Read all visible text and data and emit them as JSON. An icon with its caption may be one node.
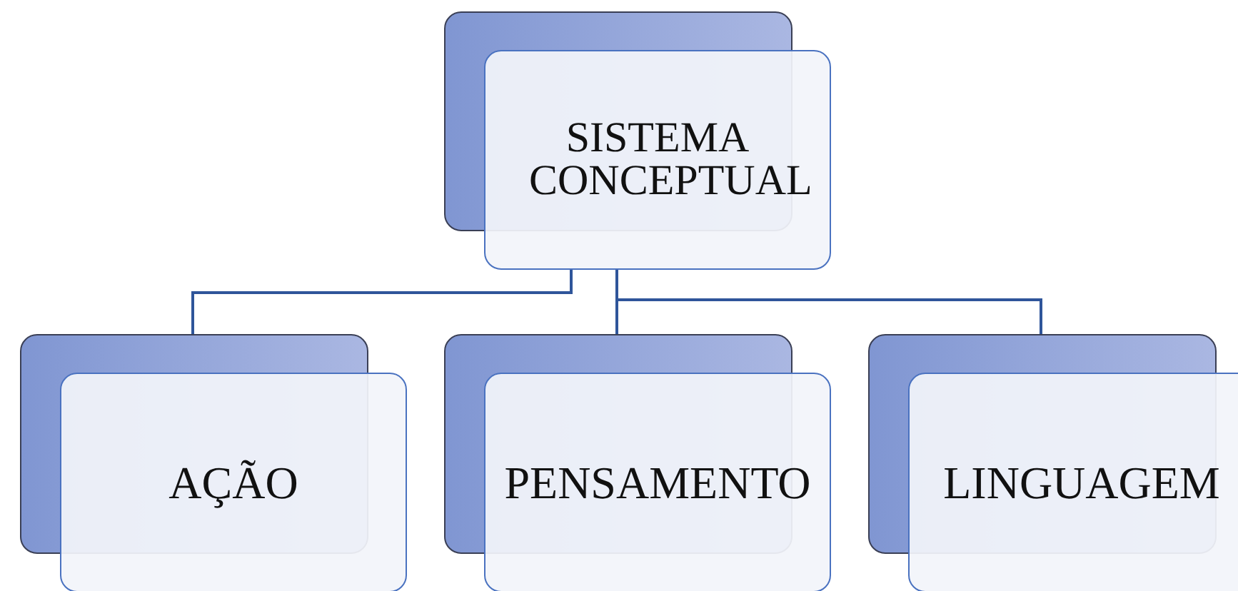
{
  "diagram": {
    "nodes": [
      {
        "text": [
          "SISTEMA CONCEPTUAL"
        ]
      },
      {
        "text": [
          "AÇÃO"
        ]
      },
      {
        "text": [
          "PENSAMENTO"
        ]
      },
      {
        "text": [
          "LINGUAGEM"
        ]
      }
    ],
    "edges": [
      {
        "from": 0,
        "to": 1,
        "arrow": "none"
      },
      {
        "from": 0,
        "to": 2,
        "arrow": "none"
      },
      {
        "from": 0,
        "to": 3,
        "arrow": "none"
      }
    ]
  }
}
